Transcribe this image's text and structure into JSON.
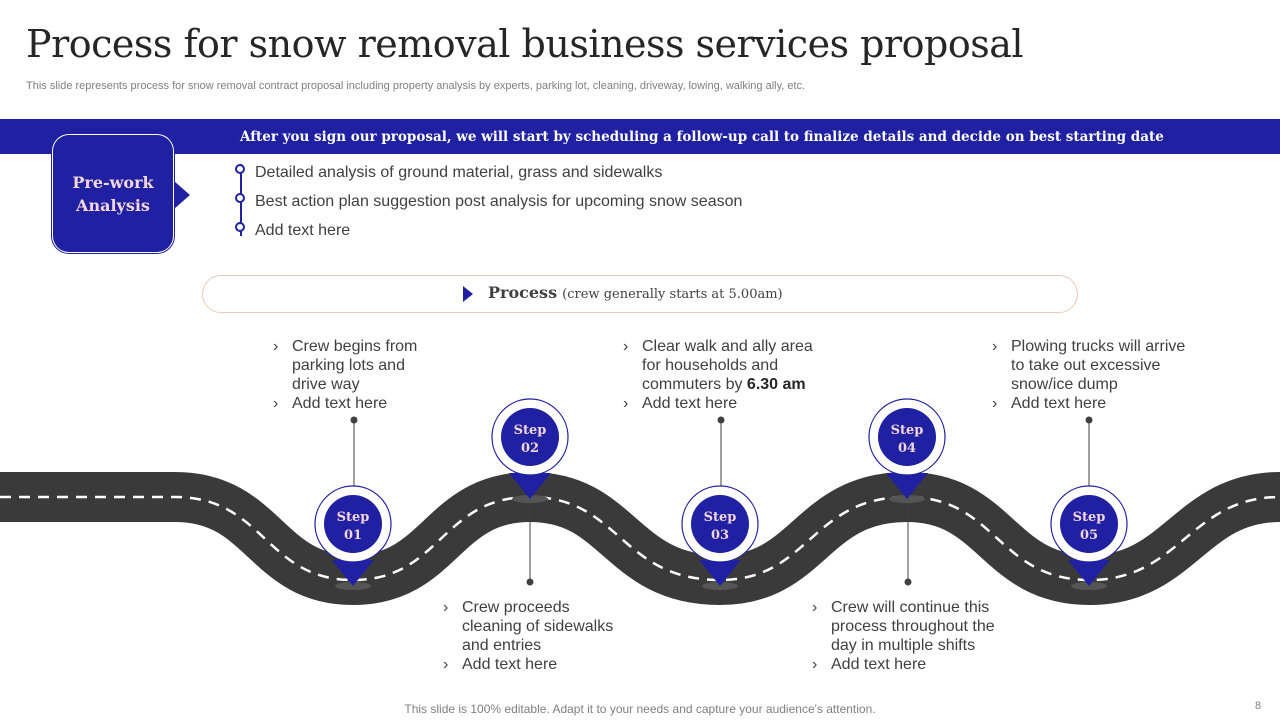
{
  "header": {
    "title": "Process for snow removal business services proposal",
    "subtitle": "This slide represents process for snow removal contract proposal including property analysis by experts, parking lot, cleaning, driveway, lowing, walking ally, etc."
  },
  "banner": "After you sign our proposal, we will start by scheduling a follow-up call to finalize details and decide on best starting date",
  "prework": {
    "label_line1": "Pre-work",
    "label_line2": "Analysis",
    "bullets": [
      "Detailed analysis of ground material, grass and sidewalks",
      "Best action plan suggestion post analysis for upcoming snow season",
      "Add text here"
    ]
  },
  "process": {
    "label": "Process",
    "note": "(crew generally starts at 5.00am)"
  },
  "steps": [
    {
      "word": "Step",
      "num": "01",
      "text": "Crew begins from parking lots and drive way",
      "add": "Add text here"
    },
    {
      "word": "Step",
      "num": "02",
      "text": "Crew proceeds cleaning of sidewalks and entries",
      "add": "Add text here"
    },
    {
      "word": "Step",
      "num": "03",
      "text_pre": "Clear walk and ally area for households and commuters by",
      "text_bold": "6.30 am",
      "add": "Add text here"
    },
    {
      "word": "Step",
      "num": "04",
      "text": "Crew will continue this process throughout the day in multiple shifts",
      "add": "Add text here"
    },
    {
      "word": "Step",
      "num": "05",
      "text": "Plowing trucks will arrive to take out excessive snow/ice dump",
      "add": "Add text here"
    }
  ],
  "chevron": "›",
  "footer": "This slide is 100% editable. Adapt it to your needs and capture your audience's attention.",
  "page_number": "8",
  "colors": {
    "accent": "#2020a2",
    "road": "#3a3a3a",
    "lane": "#ffffff",
    "pink_text": "#f3d6dd",
    "pill_border": "#f0c8b4"
  }
}
